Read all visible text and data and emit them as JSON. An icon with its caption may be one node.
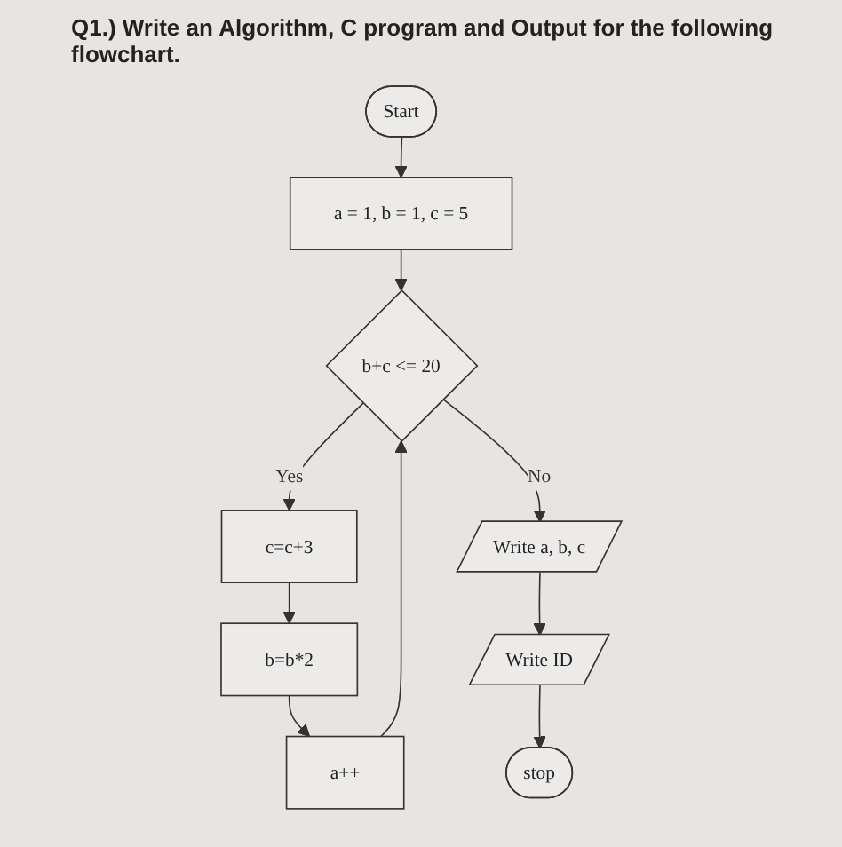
{
  "diagram": {
    "title": "Q1.) Write an Algorithm, C program and Output for the following flowchart.",
    "nodes": [
      {
        "text": [
          "Start"
        ]
      },
      {
        "text": [
          "a = 1, b = 1, c = 5"
        ]
      },
      {
        "text": [
          "b+c <= 20"
        ]
      },
      {
        "text": [
          "c=c+3"
        ]
      },
      {
        "text": [
          "b=b*2"
        ]
      },
      {
        "text": [
          "a++"
        ]
      },
      {
        "text": [
          "Write a, b, c"
        ]
      },
      {
        "text": [
          "Write ID"
        ]
      },
      {
        "text": [
          "stop"
        ]
      }
    ],
    "edges": [
      {
        "from": 0,
        "to": 1,
        "arrow": "to"
      },
      {
        "from": 1,
        "to": 2,
        "arrow": "to"
      },
      {
        "from": 2,
        "to": 3,
        "label": "Yes",
        "arrow": "to"
      },
      {
        "from": 2,
        "to": 6,
        "label": "No",
        "arrow": "to"
      },
      {
        "from": 3,
        "to": 4,
        "arrow": "to"
      },
      {
        "from": 4,
        "to": 5,
        "arrow": "to"
      },
      {
        "from": 5,
        "to": 2,
        "arrow": "to"
      },
      {
        "from": 6,
        "to": 7,
        "arrow": "to"
      },
      {
        "from": 7,
        "to": 8,
        "arrow": "to"
      }
    ]
  }
}
